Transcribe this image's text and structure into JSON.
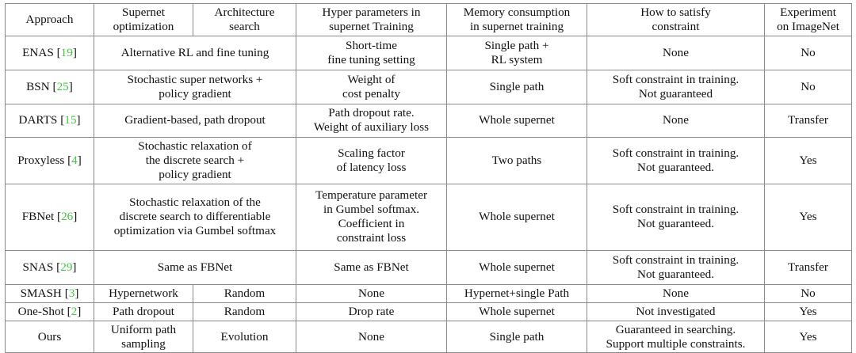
{
  "table": {
    "columns": [
      {
        "id": "approach",
        "header_lines": [
          "Approach"
        ]
      },
      {
        "id": "supernet_optimization",
        "header_lines": [
          "Supernet",
          "optimization"
        ]
      },
      {
        "id": "architecture_search",
        "header_lines": [
          "Architecture",
          "search"
        ]
      },
      {
        "id": "hyper_parameters",
        "header_lines": [
          "Hyper parameters in",
          "supernet Training"
        ]
      },
      {
        "id": "memory_consumption",
        "header_lines": [
          "Memory consumption",
          "in supernet training"
        ]
      },
      {
        "id": "how_to_satisfy_constraint",
        "header_lines": [
          "How to satisfy",
          "constraint"
        ]
      },
      {
        "id": "experiment_on_imagenet",
        "header_lines": [
          "Experiment",
          "on ImageNet"
        ]
      }
    ],
    "rows": [
      {
        "approach": {
          "name": "ENAS",
          "citation": "19"
        },
        "supernet_optimization": {
          "span": 2,
          "lines": [
            "Alternative RL and fine tuning"
          ]
        },
        "hyper_parameters": {
          "lines": [
            "Short-time",
            "fine tuning setting"
          ]
        },
        "memory_consumption": {
          "lines": [
            "Single path +",
            "RL system"
          ]
        },
        "how_to_satisfy_constraint": {
          "lines": [
            "None"
          ]
        },
        "experiment_on_imagenet": {
          "lines": [
            "No"
          ]
        }
      },
      {
        "approach": {
          "name": "BSN",
          "citation": "25"
        },
        "supernet_optimization": {
          "span": 2,
          "lines": [
            "Stochastic super networks +",
            "policy gradient"
          ]
        },
        "hyper_parameters": {
          "lines": [
            "Weight of",
            "cost penalty"
          ]
        },
        "memory_consumption": {
          "lines": [
            "Single path"
          ]
        },
        "how_to_satisfy_constraint": {
          "lines": [
            "Soft constraint in training.",
            "Not guaranteed"
          ]
        },
        "experiment_on_imagenet": {
          "lines": [
            "No"
          ]
        }
      },
      {
        "approach": {
          "name": "DARTS",
          "citation": "15"
        },
        "supernet_optimization": {
          "span": 2,
          "lines": [
            "Gradient-based, path dropout"
          ]
        },
        "hyper_parameters": {
          "lines": [
            "Path dropout rate.",
            "Weight of auxiliary loss"
          ]
        },
        "memory_consumption": {
          "lines": [
            "Whole supernet"
          ]
        },
        "how_to_satisfy_constraint": {
          "lines": [
            "None"
          ]
        },
        "experiment_on_imagenet": {
          "lines": [
            "Transfer"
          ]
        }
      },
      {
        "approach": {
          "name": "Proxyless",
          "citation": "4"
        },
        "supernet_optimization": {
          "span": 2,
          "lines": [
            "Stochastic relaxation of",
            "the discrete search +",
            "policy gradient"
          ]
        },
        "hyper_parameters": {
          "lines": [
            "Scaling factor",
            "of latency loss"
          ]
        },
        "memory_consumption": {
          "lines": [
            "Two paths"
          ]
        },
        "how_to_satisfy_constraint": {
          "lines": [
            "Soft constraint in training.",
            "Not guaranteed."
          ]
        },
        "experiment_on_imagenet": {
          "lines": [
            "Yes"
          ]
        }
      },
      {
        "approach": {
          "name": "FBNet",
          "citation": "26"
        },
        "supernet_optimization": {
          "span": 2,
          "lines": [
            "Stochastic relaxation of the",
            "discrete search to differentiable",
            "optimization via Gumbel softmax"
          ]
        },
        "hyper_parameters": {
          "lines": [
            "Temperature parameter",
            "in Gumbel softmax.",
            "Coefficient in",
            "constraint loss"
          ]
        },
        "memory_consumption": {
          "lines": [
            "Whole supernet"
          ]
        },
        "how_to_satisfy_constraint": {
          "lines": [
            "Soft constraint in training.",
            "Not guaranteed."
          ]
        },
        "experiment_on_imagenet": {
          "lines": [
            "Yes"
          ]
        }
      },
      {
        "approach": {
          "name": "SNAS",
          "citation": "29"
        },
        "supernet_optimization": {
          "span": 2,
          "lines": [
            "Same as FBNet"
          ]
        },
        "hyper_parameters": {
          "lines": [
            "Same as FBNet"
          ]
        },
        "memory_consumption": {
          "lines": [
            "Whole supernet"
          ]
        },
        "how_to_satisfy_constraint": {
          "lines": [
            "Soft constraint in training.",
            "Not guaranteed."
          ]
        },
        "experiment_on_imagenet": {
          "lines": [
            "Transfer"
          ]
        }
      },
      {
        "approach": {
          "name": "SMASH",
          "citation": "3"
        },
        "supernet_optimization": {
          "span": 1,
          "lines": [
            "Hypernetwork"
          ]
        },
        "architecture_search": {
          "lines": [
            "Random"
          ]
        },
        "hyper_parameters": {
          "lines": [
            "None"
          ]
        },
        "memory_consumption": {
          "lines": [
            "Hypernet+single Path"
          ]
        },
        "how_to_satisfy_constraint": {
          "lines": [
            "None"
          ]
        },
        "experiment_on_imagenet": {
          "lines": [
            "No"
          ]
        }
      },
      {
        "approach": {
          "name": "One-Shot",
          "citation": "2"
        },
        "supernet_optimization": {
          "span": 1,
          "lines": [
            "Path dropout"
          ]
        },
        "architecture_search": {
          "lines": [
            "Random"
          ]
        },
        "hyper_parameters": {
          "lines": [
            "Drop rate"
          ]
        },
        "memory_consumption": {
          "lines": [
            "Whole supernet"
          ]
        },
        "how_to_satisfy_constraint": {
          "lines": [
            "Not investigated"
          ]
        },
        "experiment_on_imagenet": {
          "lines": [
            "Yes"
          ]
        }
      },
      {
        "approach": {
          "name": "Ours",
          "citation": null
        },
        "supernet_optimization": {
          "span": 1,
          "lines": [
            "Uniform path",
            "sampling"
          ]
        },
        "architecture_search": {
          "lines": [
            "Evolution"
          ]
        },
        "hyper_parameters": {
          "lines": [
            "None"
          ]
        },
        "memory_consumption": {
          "lines": [
            "Single path"
          ]
        },
        "how_to_satisfy_constraint": {
          "lines": [
            "Guaranteed in searching.",
            "Support multiple constraints."
          ]
        },
        "experiment_on_imagenet": {
          "lines": [
            "Yes"
          ]
        }
      }
    ]
  },
  "style": {
    "citation_color": "#3fc93f",
    "text_color": "#111111",
    "border_color": "#8a8a8a",
    "background_color": "#ffffff"
  }
}
